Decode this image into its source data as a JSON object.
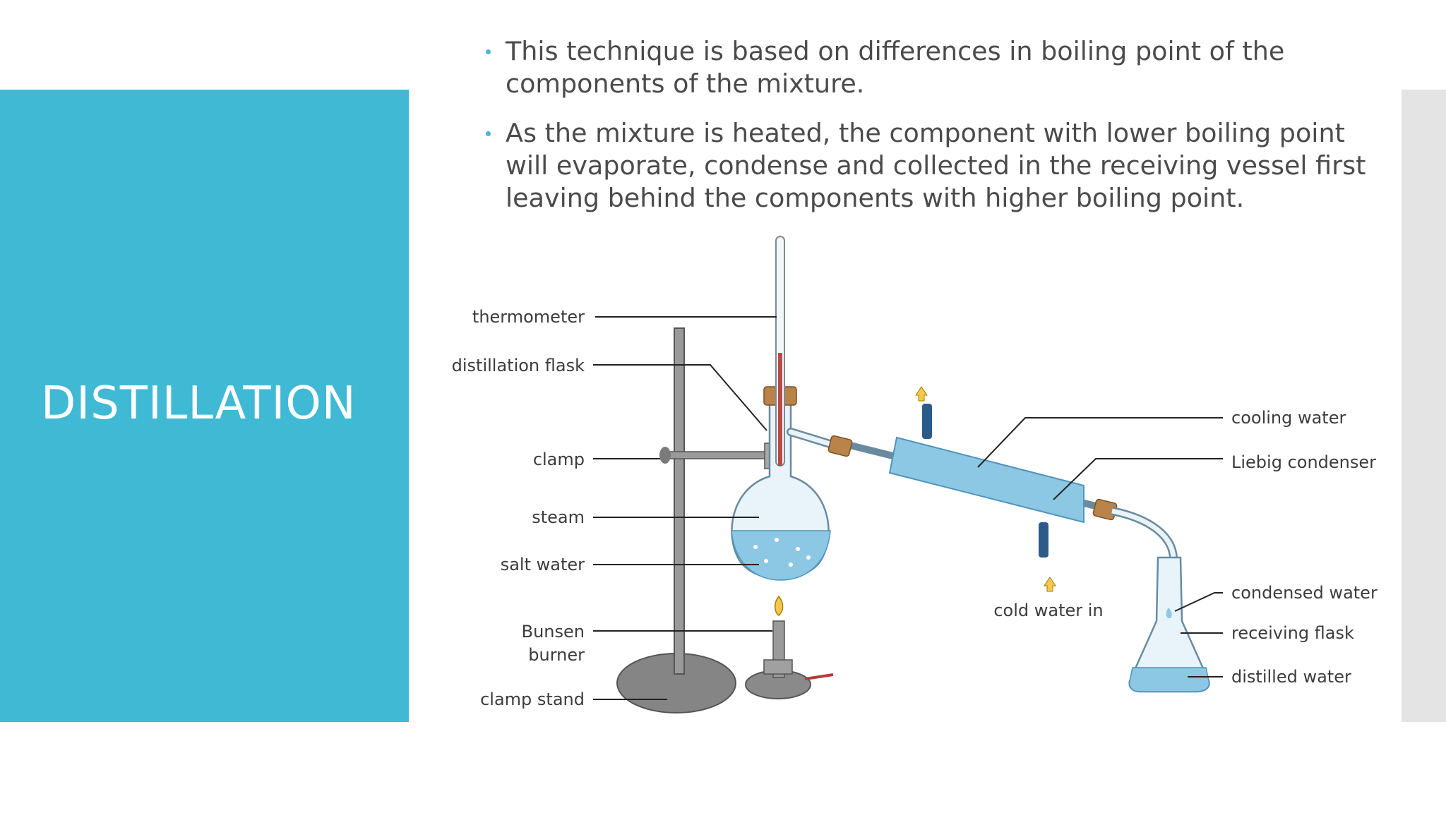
{
  "slide": {
    "title": "DISTILLATION",
    "accent_color": "#3fb9d4",
    "bullets": [
      "This technique is based on differences in boiling point of the components of the mixture.",
      "As the mixture is heated, the component with lower boiling point will evaporate, condense and collected in the receiving vessel first leaving behind the components with higher boiling point."
    ]
  },
  "diagram": {
    "labels": {
      "thermometer": "thermometer",
      "distillation_flask": "distillation flask",
      "clamp": "clamp",
      "steam": "steam",
      "salt_water": "salt water",
      "bunsen_burner_line1": "Bunsen",
      "bunsen_burner_line2": "burner",
      "clamp_stand": "clamp stand",
      "cooling_water": "cooling water",
      "liebig_condenser": "Liebig condenser",
      "cold_water_in": "cold water in",
      "condensed_water": "condensed water",
      "receiving_flask": "receiving flask",
      "distilled_water": "distilled water"
    }
  }
}
